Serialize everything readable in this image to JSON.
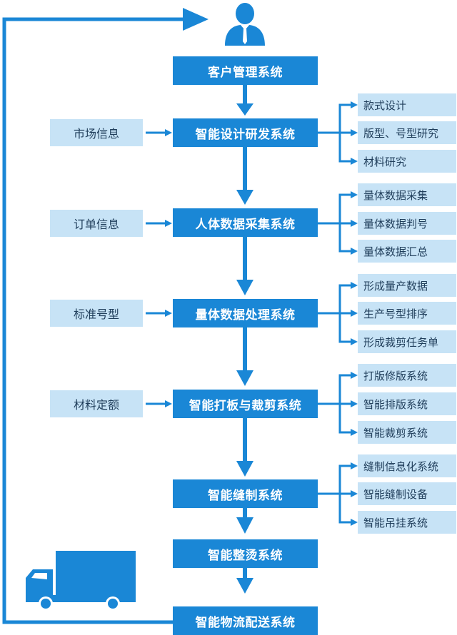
{
  "colors": {
    "primary": "#1a87d6",
    "light": "#c7e3f6",
    "text_dark": "#1f3d5a",
    "text_light": "#ffffff"
  },
  "icons": {
    "top": "user-icon",
    "bottom": "truck-icon"
  },
  "main_steps": [
    "客户管理系统",
    "智能设计研发系统",
    "人体数据采集系统",
    "量体数据处理系统",
    "智能打板与裁剪系统",
    "智能缝制系统",
    "智能整烫系统",
    "智能物流配送系统"
  ],
  "inputs": [
    "市场信息",
    "订单信息",
    "标准号型",
    "材料定额"
  ],
  "sub_groups": [
    [
      "款式设计",
      "版型、号型研究",
      "材料研究"
    ],
    [
      "量体数据采集",
      "量体数据判号",
      "量体数据汇总"
    ],
    [
      "形成量产数据",
      "生产号型排序",
      "形成裁剪任务单"
    ],
    [
      "打版修版系统",
      "智能排版系统",
      "智能裁剪系统"
    ],
    [
      "缝制信息化系统",
      "智能缝制设备",
      "智能吊挂系统"
    ]
  ]
}
